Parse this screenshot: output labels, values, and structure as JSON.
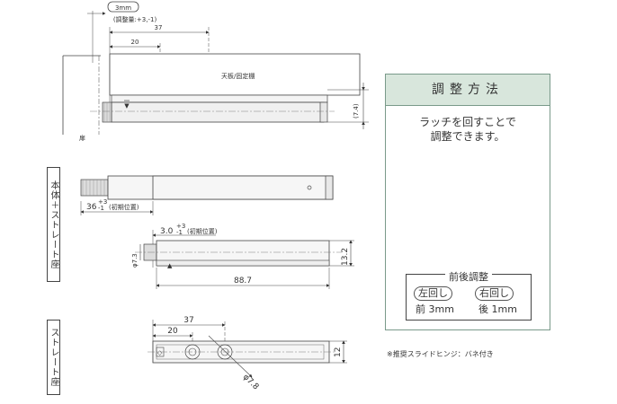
{
  "drawing": {
    "top_view": {
      "offset_label": "3mm",
      "adjust_range": "(調整量:+3,-1)",
      "dim_37": "37",
      "dim_20": "20",
      "surface_label": "天板/固定棚",
      "dim_74": "(7.4)",
      "door_label": "扉"
    },
    "side_view": {
      "section_label": "本体＋ストレート座",
      "dim_36": "36",
      "dim_36_tol_upper": "+3",
      "dim_36_tol_lower": "-1",
      "initial_pos": "(初期位置)",
      "dim_30": "3.0",
      "dim_30_tol_upper": "+3",
      "dim_30_tol_lower": "-1",
      "dim_phi73": "φ7.3",
      "dim_132": "13.2",
      "dim_887": "88.7"
    },
    "plate_view": {
      "section_label": "ストレート座",
      "dim_37": "37",
      "dim_20": "20",
      "dim_phi78": "φ7.8",
      "dim_12": "12"
    }
  },
  "panel": {
    "title": "調整方法",
    "line1": "ラッチを回すことで",
    "line2": "調整できます。",
    "adjust_title": "前後調整",
    "left_label": "左回し",
    "left_value": "前 3mm",
    "right_label": "右回し",
    "right_value": "後 1mm"
  },
  "footnote": "※推奨スライドヒンジ：バネ付き",
  "colors": {
    "arrow_green": "#2e9a4e",
    "panel_header": "#d8e6dc",
    "panel_border": "#7a9a8a"
  }
}
